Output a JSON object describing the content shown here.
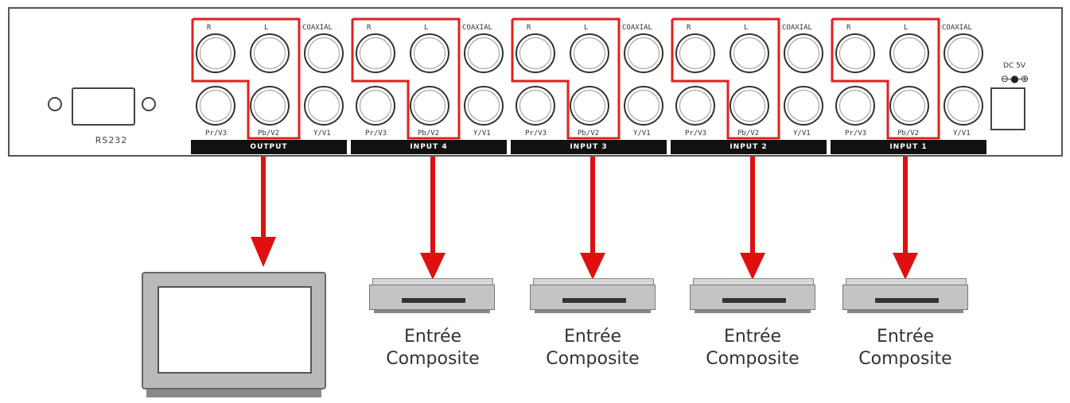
{
  "panel": {
    "rs232_label": "RS232",
    "dc_label": "DC 5V",
    "groups": [
      {
        "name": "OUTPUT",
        "r": "R",
        "l": "L",
        "coaxial": "COAXIAL",
        "pr": "Pr/V3",
        "pb": "Pb/V2",
        "y": "Y/V1"
      },
      {
        "name": "INPUT 4",
        "r": "R",
        "l": "L",
        "coaxial": "COAXIAL",
        "pr": "Pr/V3",
        "pb": "Pb/V2",
        "y": "Y/V1"
      },
      {
        "name": "INPUT 3",
        "r": "R",
        "l": "L",
        "coaxial": "COAXIAL",
        "pr": "Pr/V3",
        "pb": "Pb/V2",
        "y": "Y/V1"
      },
      {
        "name": "INPUT 2",
        "r": "R",
        "l": "L",
        "coaxial": "COAXIAL",
        "pr": "Pr/V3",
        "pb": "Pb/V2",
        "y": "Y/V1"
      },
      {
        "name": "INPUT 1",
        "r": "R",
        "l": "L",
        "coaxial": "COAXIAL",
        "pr": "Pr/V3",
        "pb": "Pb/V2",
        "y": "Y/V1"
      }
    ]
  },
  "captions": [
    {
      "line1": "Entrée",
      "line2": "Composite"
    },
    {
      "line1": "Entrée",
      "line2": "Composite"
    },
    {
      "line1": "Entrée",
      "line2": "Composite"
    },
    {
      "line1": "Entrée",
      "line2": "Composite"
    }
  ],
  "colors": {
    "highlight": "#e02020",
    "arrow": "#e01010",
    "label_bar": "#111111"
  }
}
